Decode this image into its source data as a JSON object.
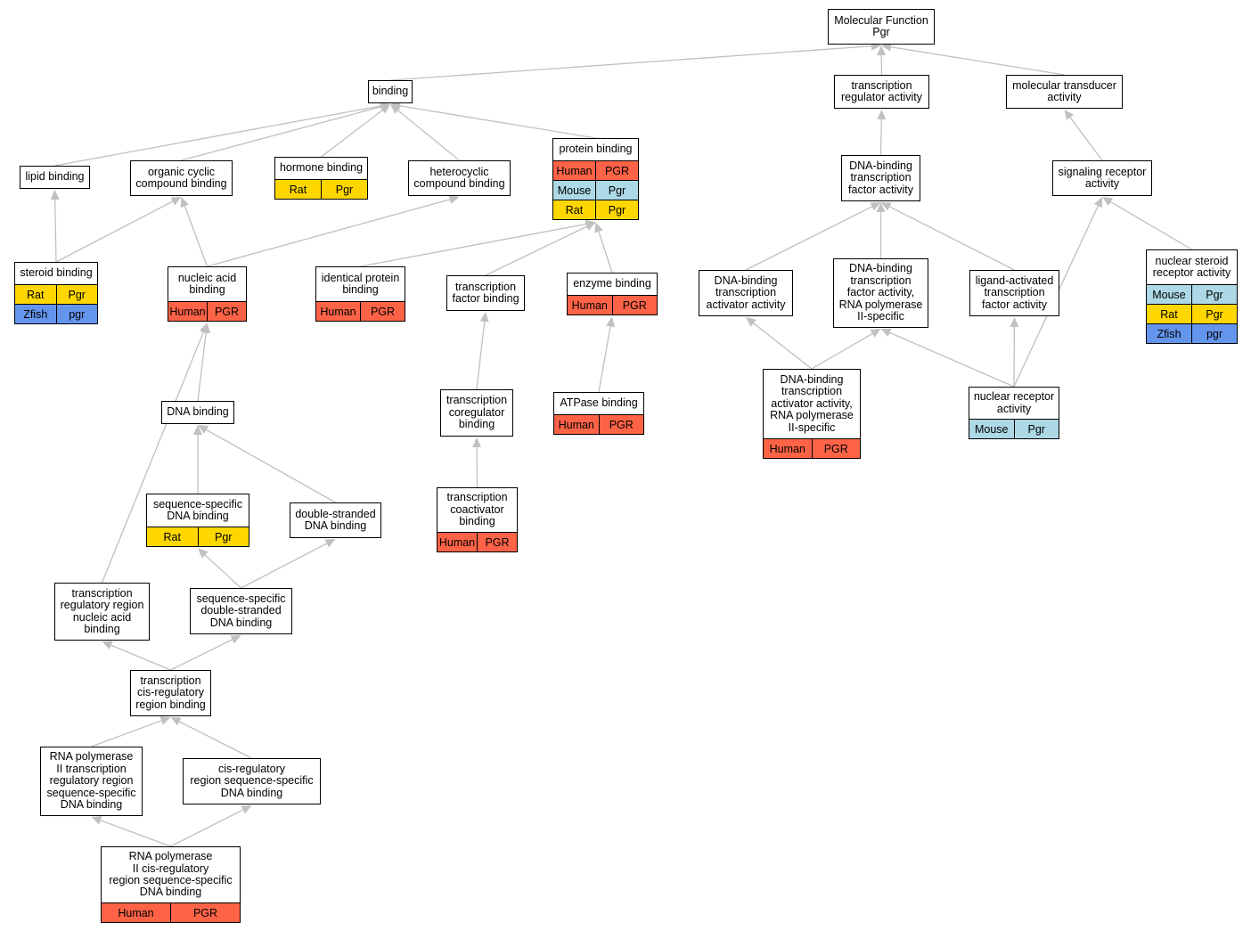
{
  "colors": {
    "Human": "#ff6347",
    "Mouse": "#add8e6",
    "Rat": "#ffd700",
    "Zfish": "#6495ed",
    "edge": "#c0c0c0"
  },
  "nodes": [
    {
      "id": "mf",
      "label": "Molecular Function\nPgr",
      "species": []
    },
    {
      "id": "binding",
      "label": "binding",
      "species": []
    },
    {
      "id": "tra",
      "label": "transcription\nregulator activity",
      "species": []
    },
    {
      "id": "mta",
      "label": "molecular transducer\nactivity",
      "species": []
    },
    {
      "id": "lipid",
      "label": "lipid binding",
      "species": []
    },
    {
      "id": "occb",
      "label": "organic cyclic\ncompound binding",
      "species": []
    },
    {
      "id": "hormone",
      "label": "hormone binding",
      "species": [
        [
          "Rat",
          "Pgr"
        ]
      ]
    },
    {
      "id": "hccb",
      "label": "heterocyclic\ncompound binding",
      "species": []
    },
    {
      "id": "protein",
      "label": "protein binding",
      "species": [
        [
          "Human",
          "PGR"
        ],
        [
          "Mouse",
          "Pgr"
        ],
        [
          "Rat",
          "Pgr"
        ]
      ]
    },
    {
      "id": "dbtfa",
      "label": "DNA-binding\ntranscription\nfactor activity",
      "species": []
    },
    {
      "id": "sra",
      "label": "signaling receptor\nactivity",
      "species": []
    },
    {
      "id": "steroid",
      "label": "steroid binding",
      "species": [
        [
          "Rat",
          "Pgr"
        ],
        [
          "Zfish",
          "pgr"
        ]
      ]
    },
    {
      "id": "nab",
      "label": "nucleic acid\nbinding",
      "species": [
        [
          "Human",
          "PGR"
        ]
      ]
    },
    {
      "id": "ipb",
      "label": "identical protein\nbinding",
      "species": [
        [
          "Human",
          "PGR"
        ]
      ]
    },
    {
      "id": "tfb",
      "label": "transcription\nfactor binding",
      "species": []
    },
    {
      "id": "enzyme",
      "label": "enzyme binding",
      "species": [
        [
          "Human",
          "PGR"
        ]
      ]
    },
    {
      "id": "dbtaa",
      "label": "DNA-binding\ntranscription\nactivator activity",
      "species": []
    },
    {
      "id": "dbtfa2",
      "label": "DNA-binding\ntranscription\nfactor activity,\nRNA polymerase\nII-specific",
      "species": []
    },
    {
      "id": "latfa",
      "label": "ligand-activated\ntranscription\nfactor activity",
      "species": []
    },
    {
      "id": "nsra",
      "label": "nuclear steroid\nreceptor activity",
      "species": [
        [
          "Mouse",
          "Pgr"
        ],
        [
          "Rat",
          "Pgr"
        ],
        [
          "Zfish",
          "pgr"
        ]
      ]
    },
    {
      "id": "dnab",
      "label": "DNA binding",
      "species": []
    },
    {
      "id": "tcb",
      "label": "transcription\ncoregulator\nbinding",
      "species": []
    },
    {
      "id": "atpase",
      "label": "ATPase binding",
      "species": [
        [
          "Human",
          "PGR"
        ]
      ]
    },
    {
      "id": "dbtaa2",
      "label": "DNA-binding\ntranscription\nactivator activity,\nRNA polymerase\nII-specific",
      "species": [
        [
          "Human",
          "PGR"
        ]
      ]
    },
    {
      "id": "nra",
      "label": "nuclear receptor\nactivity",
      "species": [
        [
          "Mouse",
          "Pgr"
        ]
      ]
    },
    {
      "id": "ssdb",
      "label": "sequence-specific\nDNA binding",
      "species": [
        [
          "Rat",
          "Pgr"
        ]
      ]
    },
    {
      "id": "dsdb",
      "label": "double-stranded\nDNA binding",
      "species": []
    },
    {
      "id": "tcab",
      "label": "transcription\ncoactivator\nbinding",
      "species": [
        [
          "Human",
          "PGR"
        ]
      ]
    },
    {
      "id": "trrnab",
      "label": "transcription\nregulatory region\nnucleic acid\nbinding",
      "species": []
    },
    {
      "id": "ssdsdb",
      "label": "sequence-specific\ndouble-stranded\nDNA binding",
      "species": []
    },
    {
      "id": "tcrrb",
      "label": "transcription\ncis-regulatory\nregion binding",
      "species": []
    },
    {
      "id": "rnap2trr",
      "label": "RNA polymerase\nII transcription\nregulatory region\nsequence-specific\nDNA binding",
      "species": []
    },
    {
      "id": "crrss",
      "label": "cis-regulatory\nregion sequence-specific\nDNA binding",
      "species": []
    },
    {
      "id": "rnap2cis",
      "label": "RNA polymerase\nII cis-regulatory\nregion sequence-specific\nDNA binding",
      "species": [
        [
          "Human",
          "PGR"
        ]
      ]
    }
  ],
  "edges": [
    [
      "binding",
      "mf"
    ],
    [
      "tra",
      "mf"
    ],
    [
      "mta",
      "mf"
    ],
    [
      "lipid",
      "binding"
    ],
    [
      "occb",
      "binding"
    ],
    [
      "hormone",
      "binding"
    ],
    [
      "hccb",
      "binding"
    ],
    [
      "protein",
      "binding"
    ],
    [
      "dbtfa",
      "tra"
    ],
    [
      "sra",
      "mta"
    ],
    [
      "steroid",
      "lipid"
    ],
    [
      "steroid",
      "occb"
    ],
    [
      "nab",
      "occb"
    ],
    [
      "nab",
      "hccb"
    ],
    [
      "ipb",
      "protein"
    ],
    [
      "tfb",
      "protein"
    ],
    [
      "enzyme",
      "protein"
    ],
    [
      "dbtaa",
      "dbtfa"
    ],
    [
      "dbtfa2",
      "dbtfa"
    ],
    [
      "latfa",
      "dbtfa"
    ],
    [
      "nsra",
      "sra"
    ],
    [
      "nra",
      "sra"
    ],
    [
      "nra",
      "dbtfa2"
    ],
    [
      "nra",
      "latfa"
    ],
    [
      "dnab",
      "nab"
    ],
    [
      "tcb",
      "tfb"
    ],
    [
      "atpase",
      "enzyme"
    ],
    [
      "dbtaa2",
      "dbtaa"
    ],
    [
      "dbtaa2",
      "dbtfa2"
    ],
    [
      "ssdb",
      "dnab"
    ],
    [
      "dsdb",
      "dnab"
    ],
    [
      "tcab",
      "tcb"
    ],
    [
      "trrnab",
      "nab"
    ],
    [
      "ssdsdb",
      "ssdb"
    ],
    [
      "ssdsdb",
      "dsdb"
    ],
    [
      "tcrrb",
      "trrnab"
    ],
    [
      "tcrrb",
      "ssdsdb"
    ],
    [
      "rnap2trr",
      "tcrrb"
    ],
    [
      "crrss",
      "tcrrb"
    ],
    [
      "rnap2cis",
      "rnap2trr"
    ],
    [
      "rnap2cis",
      "crrss"
    ]
  ]
}
